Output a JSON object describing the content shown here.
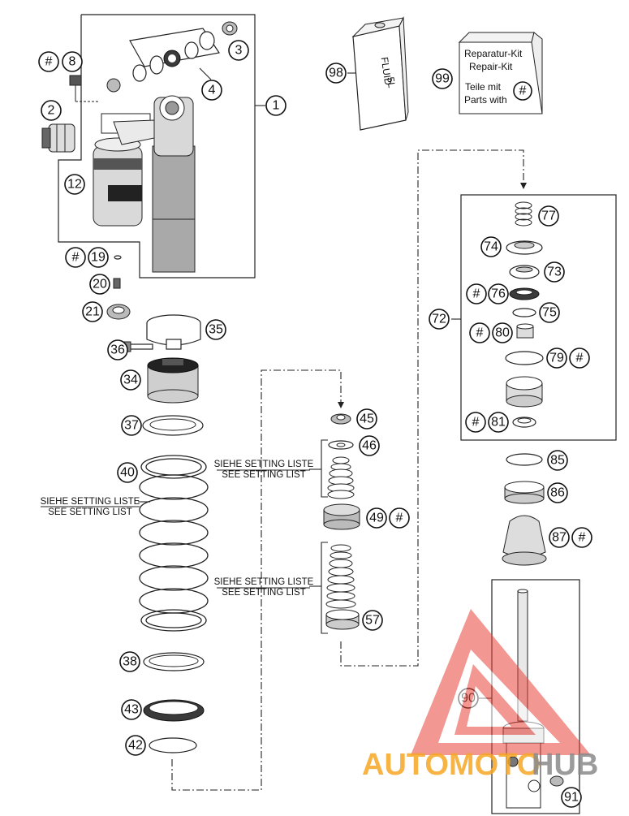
{
  "callouts": {
    "c1": "1",
    "c2": "2",
    "c3": "3",
    "c4": "4",
    "c8": "8",
    "c12": "12",
    "c19": "19",
    "c20": "20",
    "c21": "21",
    "c34": "34",
    "c35": "35",
    "c36": "36",
    "c37": "37",
    "c38": "38",
    "c40": "40",
    "c42": "42",
    "c43": "43",
    "c45": "45",
    "c46": "46",
    "c49": "49",
    "c57": "57",
    "c72": "72",
    "c73": "73",
    "c74": "74",
    "c75": "75",
    "c76": "76",
    "c77": "77",
    "c79": "79",
    "c80": "80",
    "c81": "81",
    "c85": "85",
    "c86": "86",
    "c87": "87",
    "c90": "90",
    "c91": "91",
    "c98": "98",
    "c99": "99"
  },
  "hash_symbol": "#",
  "fluid_can": {
    "line1": "FLUID",
    "line2": "5L"
  },
  "repair_kit": {
    "line1": "Reparatur-Kit",
    "line2": "Repair-Kit",
    "line3": "Teile mit",
    "line4": "Parts with"
  },
  "setting_notes": {
    "a_de": "SIEHE SETTING LISTE",
    "a_en": "SEE SETTING LIST",
    "b_de": "SIEHE SETTING LISTE",
    "b_en": "SEE SETTING LIST",
    "c_de": "SIEHE SETTING LISTE",
    "c_en": "SEE SETTING LIST"
  },
  "watermark": {
    "part1": "AUTOMOTO",
    "part2": "HUB"
  },
  "colors": {
    "watermark_red": "#e8433a",
    "watermark_orange": "#f6a623",
    "watermark_gray": "#8a8a8a"
  }
}
